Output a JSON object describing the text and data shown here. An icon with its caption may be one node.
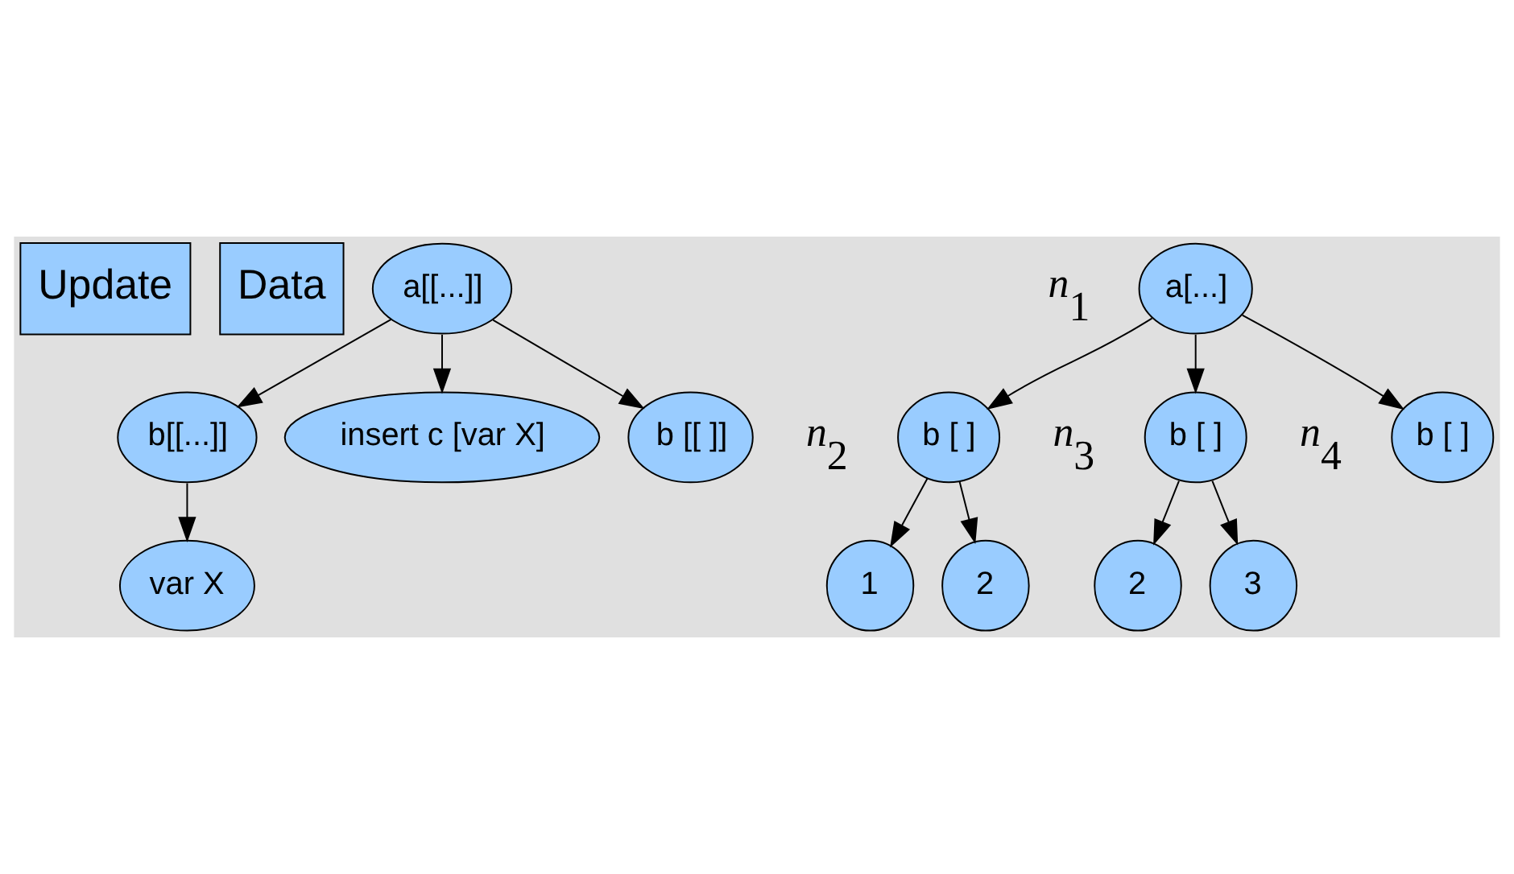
{
  "diagram": {
    "nodes": [
      {
        "text": [
          "Update"
        ]
      },
      {
        "text": [
          "Data"
        ]
      },
      {
        "text": [
          "a[[...]]"
        ]
      },
      {
        "text": [
          "b[[...]]"
        ]
      },
      {
        "text": [
          "insert c [var X]"
        ]
      },
      {
        "text": [
          "b [[ ]]"
        ]
      },
      {
        "text": [
          "var X"
        ]
      },
      {
        "text": [
          "a[...]"
        ],
        "beside": [
          "*n*$_{1}$"
        ]
      },
      {
        "text": [
          "b [ ]"
        ],
        "beside": [
          "*n*$_{2}$"
        ]
      },
      {
        "text": [
          "b [ ]"
        ],
        "beside": [
          "*n*$_{3}$"
        ]
      },
      {
        "text": [
          "b [ ]"
        ],
        "beside": [
          "*n*$_{4}$"
        ]
      },
      {
        "text": [
          "1"
        ]
      },
      {
        "text": [
          "2"
        ]
      },
      {
        "text": [
          "2"
        ]
      },
      {
        "text": [
          "3"
        ]
      }
    ],
    "edges": [
      {
        "from": 2,
        "to": 3,
        "arrow": "to"
      },
      {
        "from": 2,
        "to": 4,
        "arrow": "to"
      },
      {
        "from": 2,
        "to": 5,
        "arrow": "to"
      },
      {
        "from": 3,
        "to": 6,
        "arrow": "to"
      },
      {
        "from": 7,
        "to": 8,
        "arrow": "to"
      },
      {
        "from": 7,
        "to": 9,
        "arrow": "to"
      },
      {
        "from": 7,
        "to": 10,
        "arrow": "to"
      },
      {
        "from": 8,
        "to": 11,
        "arrow": "to"
      },
      {
        "from": 8,
        "to": 12,
        "arrow": "to"
      },
      {
        "from": 9,
        "to": 13,
        "arrow": "to"
      },
      {
        "from": 9,
        "to": 14,
        "arrow": "to"
      }
    ]
  }
}
